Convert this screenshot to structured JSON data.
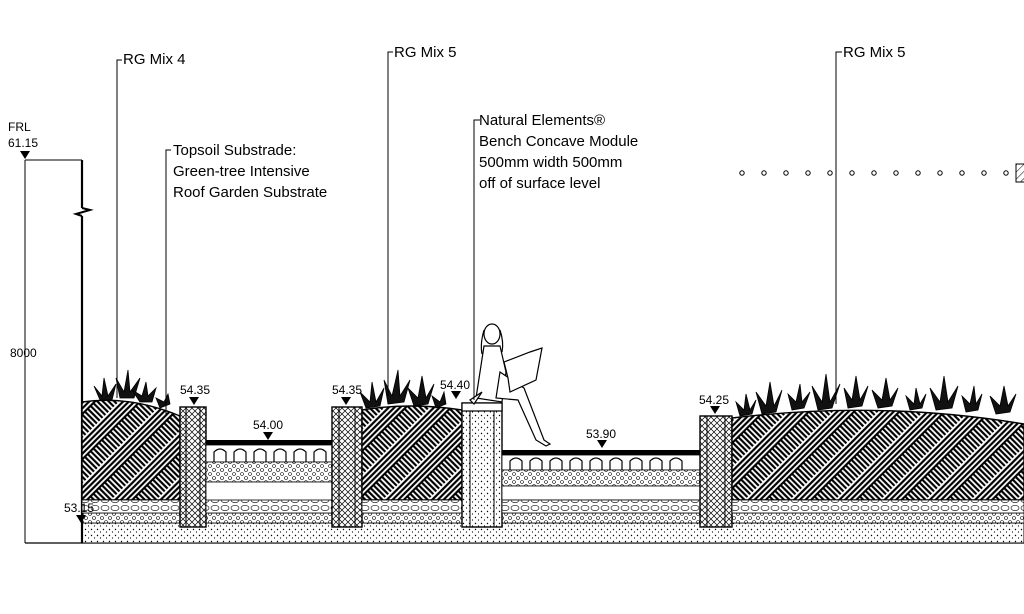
{
  "frl": {
    "label": "FRL",
    "value": "61.15"
  },
  "height_dim": "8000",
  "base_level": "53.15",
  "callouts": {
    "rg_mix_4": "RG Mix 4",
    "rg_mix_5_a": "RG Mix 5",
    "rg_mix_5_b": "RG Mix 5",
    "topsoil": [
      "Topsoil Substrade:",
      "Green-tree Intensive",
      "Roof Garden Substrate"
    ],
    "bench": [
      "Natural Elements®",
      "Bench Concave Module",
      "500mm width 500mm",
      "off of surface level"
    ]
  },
  "levels": {
    "l1": "54.35",
    "l2": "54.00",
    "l3": "54.35",
    "l4": "54.40",
    "l5": "53.90",
    "l6": "54.25"
  },
  "colors": {
    "line": "#000000",
    "background": "#ffffff"
  }
}
